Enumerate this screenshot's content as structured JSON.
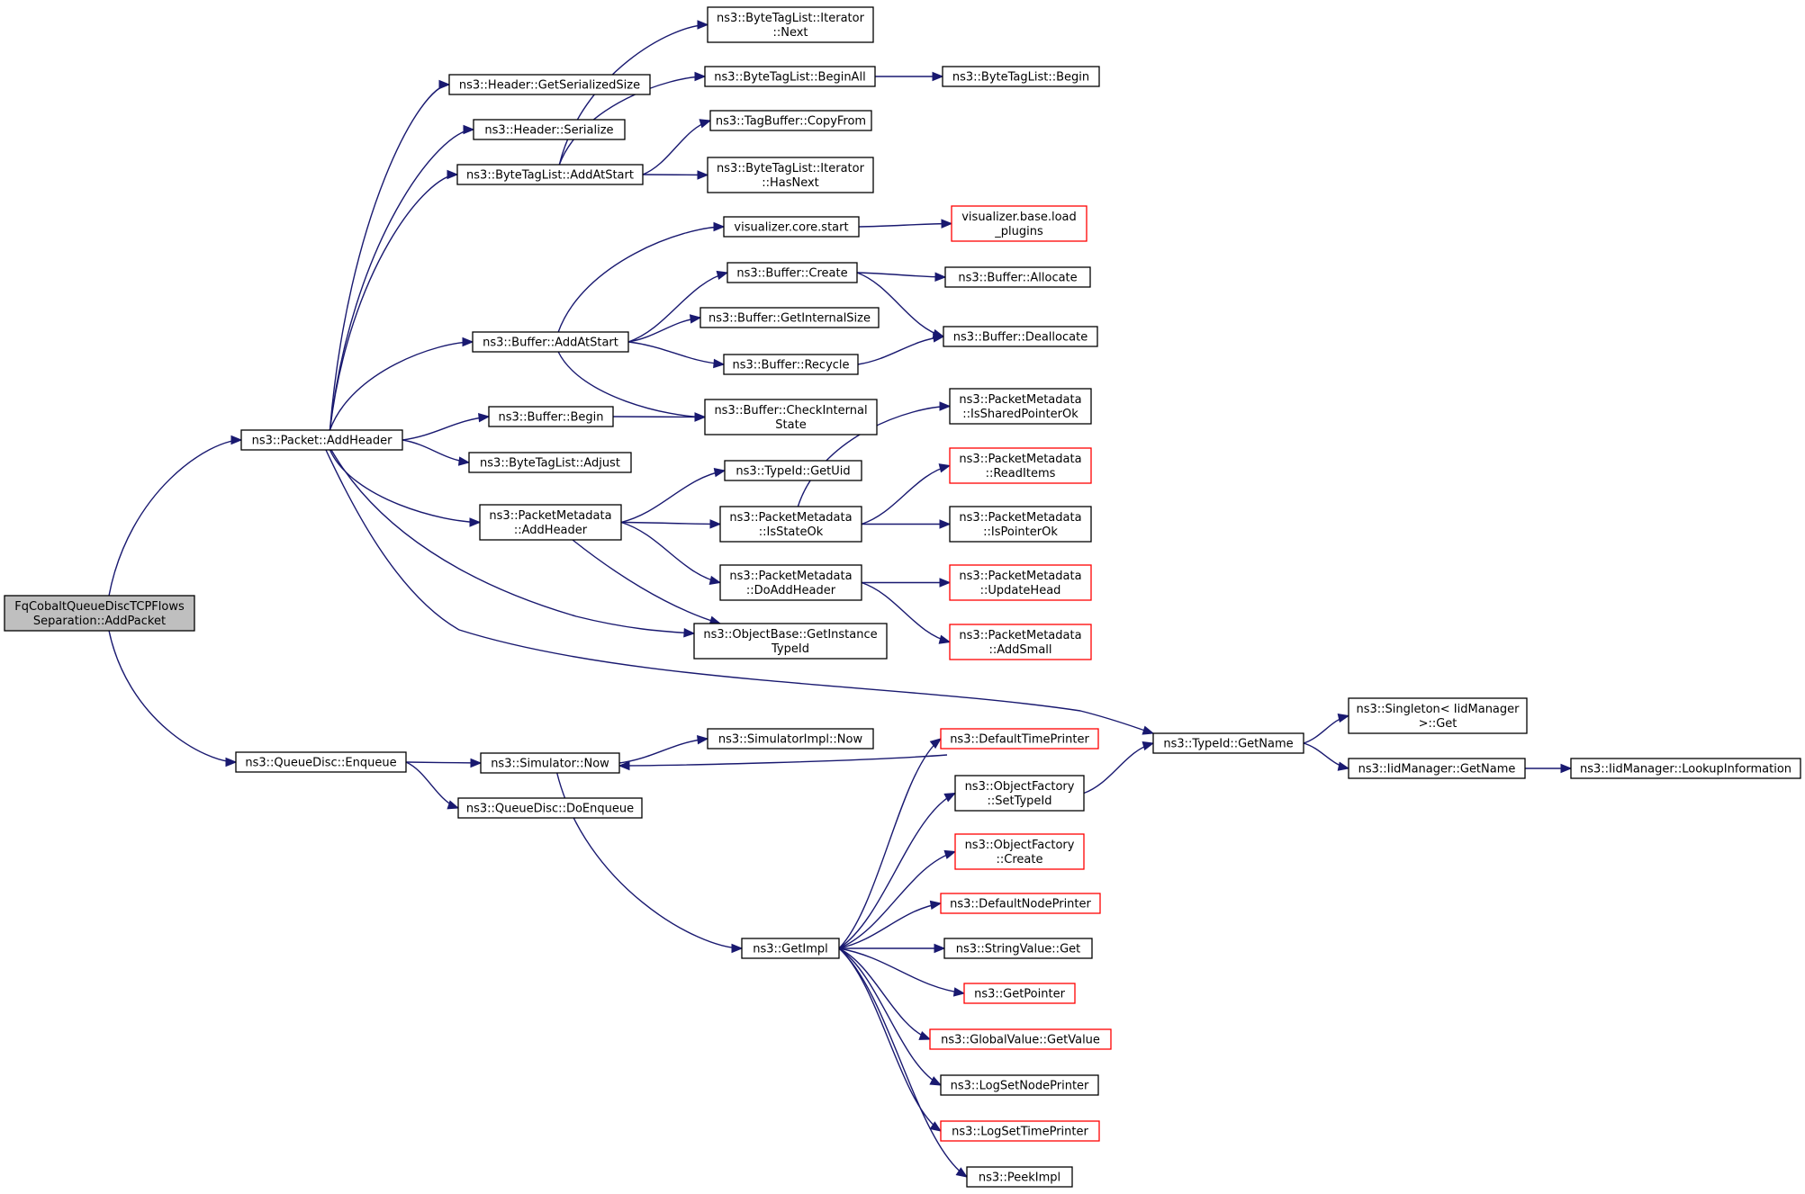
{
  "nodes": [
    {
      "id": "root",
      "lines": [
        "FqCobaltQueueDiscTCPFlows",
        "Separation::AddPacket"
      ],
      "style": "root"
    },
    {
      "id": "pkt_addheader",
      "lines": [
        "ns3::Packet::AddHeader"
      ],
      "style": "normal"
    },
    {
      "id": "qd_enqueue",
      "lines": [
        "ns3::QueueDisc::Enqueue"
      ],
      "style": "normal"
    },
    {
      "id": "hdr_getsersize",
      "lines": [
        "ns3::Header::GetSerializedSize"
      ],
      "style": "normal"
    },
    {
      "id": "hdr_serialize",
      "lines": [
        "ns3::Header::Serialize"
      ],
      "style": "normal"
    },
    {
      "id": "btl_addatstart",
      "lines": [
        "ns3::ByteTagList::AddAtStart"
      ],
      "style": "normal"
    },
    {
      "id": "buf_addatstart",
      "lines": [
        "ns3::Buffer::AddAtStart"
      ],
      "style": "normal"
    },
    {
      "id": "buf_begin",
      "lines": [
        "ns3::Buffer::Begin"
      ],
      "style": "normal"
    },
    {
      "id": "btl_adjust",
      "lines": [
        "ns3::ByteTagList::Adjust"
      ],
      "style": "normal"
    },
    {
      "id": "pm_addheader",
      "lines": [
        "ns3::PacketMetadata",
        "::AddHeader"
      ],
      "style": "normal"
    },
    {
      "id": "btl_it_next",
      "lines": [
        "ns3::ByteTagList::Iterator",
        "::Next"
      ],
      "style": "normal"
    },
    {
      "id": "btl_beginall",
      "lines": [
        "ns3::ByteTagList::BeginAll"
      ],
      "style": "normal"
    },
    {
      "id": "tagbuf_copyfrom",
      "lines": [
        "ns3::TagBuffer::CopyFrom"
      ],
      "style": "normal"
    },
    {
      "id": "btl_it_hasnext",
      "lines": [
        "ns3::ByteTagList::Iterator",
        "::HasNext"
      ],
      "style": "normal"
    },
    {
      "id": "btl_begin",
      "lines": [
        "ns3::ByteTagList::Begin"
      ],
      "style": "normal"
    },
    {
      "id": "vis_core_start",
      "lines": [
        "visualizer.core.start"
      ],
      "style": "normal"
    },
    {
      "id": "vis_base_load",
      "lines": [
        "visualizer.base.load",
        "_plugins"
      ],
      "style": "red"
    },
    {
      "id": "buf_create",
      "lines": [
        "ns3::Buffer::Create"
      ],
      "style": "normal"
    },
    {
      "id": "buf_allocate",
      "lines": [
        "ns3::Buffer::Allocate"
      ],
      "style": "normal"
    },
    {
      "id": "buf_getinternalsize",
      "lines": [
        "ns3::Buffer::GetInternalSize"
      ],
      "style": "normal"
    },
    {
      "id": "buf_deallocate",
      "lines": [
        "ns3::Buffer::Deallocate"
      ],
      "style": "normal"
    },
    {
      "id": "buf_recycle",
      "lines": [
        "ns3::Buffer::Recycle"
      ],
      "style": "normal"
    },
    {
      "id": "buf_checkinternal",
      "lines": [
        "ns3::Buffer::CheckInternal",
        "State"
      ],
      "style": "normal"
    },
    {
      "id": "typeid_getuid",
      "lines": [
        "ns3::TypeId::GetUid"
      ],
      "style": "normal"
    },
    {
      "id": "pm_isstateok",
      "lines": [
        "ns3::PacketMetadata",
        "::IsStateOk"
      ],
      "style": "normal"
    },
    {
      "id": "pm_doaddheader",
      "lines": [
        "ns3::PacketMetadata",
        "::DoAddHeader"
      ],
      "style": "normal"
    },
    {
      "id": "ob_getinstancetypeid",
      "lines": [
        "ns3::ObjectBase::GetInstance",
        "TypeId"
      ],
      "style": "normal"
    },
    {
      "id": "pm_issharedpointerok",
      "lines": [
        "ns3::PacketMetadata",
        "::IsSharedPointerOk"
      ],
      "style": "normal"
    },
    {
      "id": "pm_readitems",
      "lines": [
        "ns3::PacketMetadata",
        "::ReadItems"
      ],
      "style": "red"
    },
    {
      "id": "pm_ispointerok",
      "lines": [
        "ns3::PacketMetadata",
        "::IsPointerOk"
      ],
      "style": "normal"
    },
    {
      "id": "pm_updatehead",
      "lines": [
        "ns3::PacketMetadata",
        "::UpdateHead"
      ],
      "style": "red"
    },
    {
      "id": "pm_addsmall",
      "lines": [
        "ns3::PacketMetadata",
        "::AddSmall"
      ],
      "style": "red"
    },
    {
      "id": "typeid_getname",
      "lines": [
        "ns3::TypeId::GetName"
      ],
      "style": "normal"
    },
    {
      "id": "singleton_get",
      "lines": [
        "ns3::Singleton< IidManager",
        ">::Get"
      ],
      "style": "normal"
    },
    {
      "id": "iid_getname",
      "lines": [
        "ns3::IidManager::GetName"
      ],
      "style": "normal"
    },
    {
      "id": "iid_lookup",
      "lines": [
        "ns3::IidManager::LookupInformation"
      ],
      "style": "normal"
    },
    {
      "id": "sim_now",
      "lines": [
        "ns3::Simulator::Now"
      ],
      "style": "normal"
    },
    {
      "id": "qd_doenqueue",
      "lines": [
        "ns3::QueueDisc::DoEnqueue"
      ],
      "style": "normal"
    },
    {
      "id": "simimpl_now",
      "lines": [
        "ns3::SimulatorImpl::Now"
      ],
      "style": "normal"
    },
    {
      "id": "default_time_printer",
      "lines": [
        "ns3::DefaultTimePrinter"
      ],
      "style": "red"
    },
    {
      "id": "of_settypeid",
      "lines": [
        "ns3::ObjectFactory",
        "::SetTypeId"
      ],
      "style": "normal"
    },
    {
      "id": "of_create",
      "lines": [
        "ns3::ObjectFactory",
        "::Create"
      ],
      "style": "red"
    },
    {
      "id": "default_node_printer",
      "lines": [
        "ns3::DefaultNodePrinter"
      ],
      "style": "red"
    },
    {
      "id": "getimpl",
      "lines": [
        "ns3::GetImpl"
      ],
      "style": "normal"
    },
    {
      "id": "stringvalue_get",
      "lines": [
        "ns3::StringValue::Get"
      ],
      "style": "normal"
    },
    {
      "id": "getpointer",
      "lines": [
        "ns3::GetPointer"
      ],
      "style": "red"
    },
    {
      "id": "gv_getvalue",
      "lines": [
        "ns3::GlobalValue::GetValue"
      ],
      "style": "red"
    },
    {
      "id": "log_setnodeprinter",
      "lines": [
        "ns3::LogSetNodePrinter"
      ],
      "style": "normal"
    },
    {
      "id": "log_settimeprinter",
      "lines": [
        "ns3::LogSetTimePrinter"
      ],
      "style": "red"
    },
    {
      "id": "peekimpl",
      "lines": [
        "ns3::PeekImpl"
      ],
      "style": "normal"
    }
  ],
  "edges": [
    [
      "root",
      "pkt_addheader"
    ],
    [
      "root",
      "qd_enqueue"
    ],
    [
      "pkt_addheader",
      "hdr_getsersize"
    ],
    [
      "pkt_addheader",
      "hdr_serialize"
    ],
    [
      "pkt_addheader",
      "btl_addatstart"
    ],
    [
      "pkt_addheader",
      "buf_addatstart"
    ],
    [
      "pkt_addheader",
      "buf_begin"
    ],
    [
      "pkt_addheader",
      "btl_adjust"
    ],
    [
      "pkt_addheader",
      "pm_addheader"
    ],
    [
      "pkt_addheader",
      "ob_getinstancetypeid"
    ],
    [
      "pkt_addheader",
      "typeid_getname"
    ],
    [
      "btl_addatstart",
      "btl_it_next"
    ],
    [
      "btl_addatstart",
      "btl_beginall"
    ],
    [
      "btl_addatstart",
      "tagbuf_copyfrom"
    ],
    [
      "btl_addatstart",
      "btl_it_hasnext"
    ],
    [
      "btl_beginall",
      "btl_begin"
    ],
    [
      "buf_addatstart",
      "vis_core_start"
    ],
    [
      "buf_addatstart",
      "buf_create"
    ],
    [
      "buf_addatstart",
      "buf_getinternalsize"
    ],
    [
      "buf_addatstart",
      "buf_recycle"
    ],
    [
      "buf_addatstart",
      "buf_checkinternal"
    ],
    [
      "vis_core_start",
      "vis_base_load"
    ],
    [
      "buf_create",
      "buf_allocate"
    ],
    [
      "buf_create",
      "buf_deallocate"
    ],
    [
      "buf_recycle",
      "buf_deallocate"
    ],
    [
      "buf_begin",
      "buf_checkinternal"
    ],
    [
      "pm_addheader",
      "typeid_getuid"
    ],
    [
      "pm_addheader",
      "pm_isstateok"
    ],
    [
      "pm_addheader",
      "pm_doaddheader"
    ],
    [
      "pm_addheader",
      "ob_getinstancetypeid"
    ],
    [
      "pm_isstateok",
      "pm_issharedpointerok"
    ],
    [
      "pm_isstateok",
      "pm_readitems"
    ],
    [
      "pm_isstateok",
      "pm_ispointerok"
    ],
    [
      "pm_doaddheader",
      "pm_updatehead"
    ],
    [
      "pm_doaddheader",
      "pm_addsmall"
    ],
    [
      "typeid_getname",
      "singleton_get"
    ],
    [
      "typeid_getname",
      "iid_getname"
    ],
    [
      "iid_getname",
      "iid_lookup"
    ],
    [
      "qd_enqueue",
      "sim_now"
    ],
    [
      "qd_enqueue",
      "qd_doenqueue"
    ],
    [
      "sim_now",
      "simimpl_now"
    ],
    [
      "sim_now",
      "getimpl"
    ],
    [
      "default_time_printer",
      "sim_now"
    ],
    [
      "of_settypeid",
      "typeid_getname"
    ],
    [
      "getimpl",
      "default_time_printer"
    ],
    [
      "getimpl",
      "of_settypeid"
    ],
    [
      "getimpl",
      "of_create"
    ],
    [
      "getimpl",
      "default_node_printer"
    ],
    [
      "getimpl",
      "stringvalue_get"
    ],
    [
      "getimpl",
      "getpointer"
    ],
    [
      "getimpl",
      "gv_getvalue"
    ],
    [
      "getimpl",
      "log_setnodeprinter"
    ],
    [
      "getimpl",
      "log_settimeprinter"
    ],
    [
      "getimpl",
      "peekimpl"
    ]
  ]
}
